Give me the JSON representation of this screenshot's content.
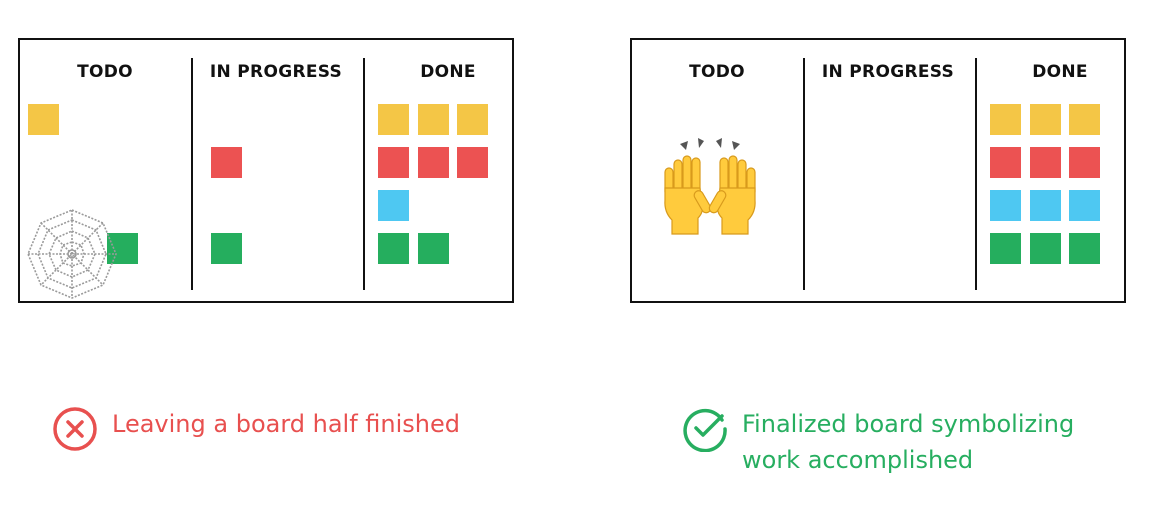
{
  "colors": {
    "yellow": "#f4c646",
    "red": "#ec5252",
    "blue": "#4ec8f2",
    "green": "#25ae5e",
    "bad": "#e8504f",
    "good": "#27ae60"
  },
  "boards": {
    "left": {
      "columns": [
        "TODO",
        "IN PROGRESS",
        "DONE"
      ],
      "decoration_icon": "spider-web-icon"
    },
    "right": {
      "columns": [
        "TODO",
        "IN PROGRESS",
        "DONE"
      ],
      "decoration_icon": "raising-hands-icon"
    }
  },
  "captions": {
    "left": {
      "icon": "cross-circle-icon",
      "text": "Leaving a board half finished"
    },
    "right": {
      "icon": "check-circle-icon",
      "text": "Finalized board symbolizing work accomplished"
    }
  }
}
